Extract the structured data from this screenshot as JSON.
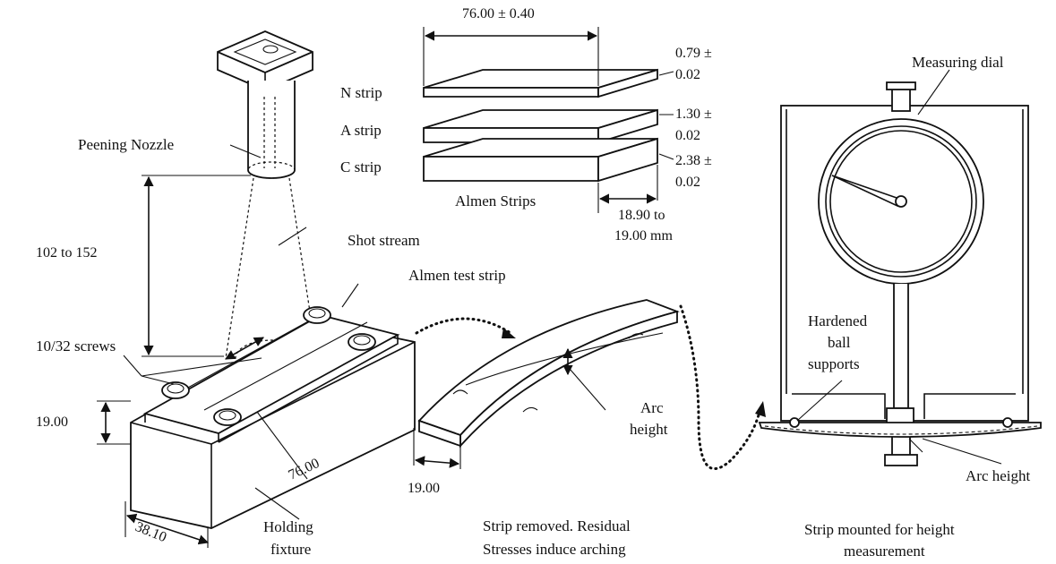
{
  "labels": {
    "peening_nozzle": "Peening Nozzle",
    "shot_stream": "Shot stream",
    "distance": "102 to 152",
    "almen_test_strip": "Almen test strip",
    "screws": "10/32 screws",
    "fixture_height": "19.00",
    "fixture_length": "76.00",
    "fixture_width": "38.10",
    "holding_fixture_1": "Holding",
    "holding_fixture_2": "fixture",
    "strip_length": "76.00 ± 0.40",
    "n_strip": "N strip",
    "a_strip": "A strip",
    "c_strip": "C strip",
    "almen_strips": "Almen Strips",
    "n_thk_1": "0.79 ±",
    "n_thk_2": "0.02",
    "a_thk_1": "1.30 ±",
    "a_thk_2": "0.02",
    "c_thk_1": "2.38 ±",
    "c_thk_2": "0.02",
    "strip_width_1": "18.90 to",
    "strip_width_2": "19.00 mm",
    "arc_height_1": "Arc",
    "arc_height_2": "height",
    "removed_width": "19.00",
    "removed_caption_1": "Strip removed. Residual",
    "removed_caption_2": "Stresses induce arching",
    "measuring_dial": "Measuring dial",
    "hardened_1": "Hardened",
    "hardened_2": "ball",
    "hardened_3": "supports",
    "gauge_arc_height": "Arc height",
    "mounted_caption_1": "Strip mounted for height",
    "mounted_caption_2": "measurement"
  }
}
